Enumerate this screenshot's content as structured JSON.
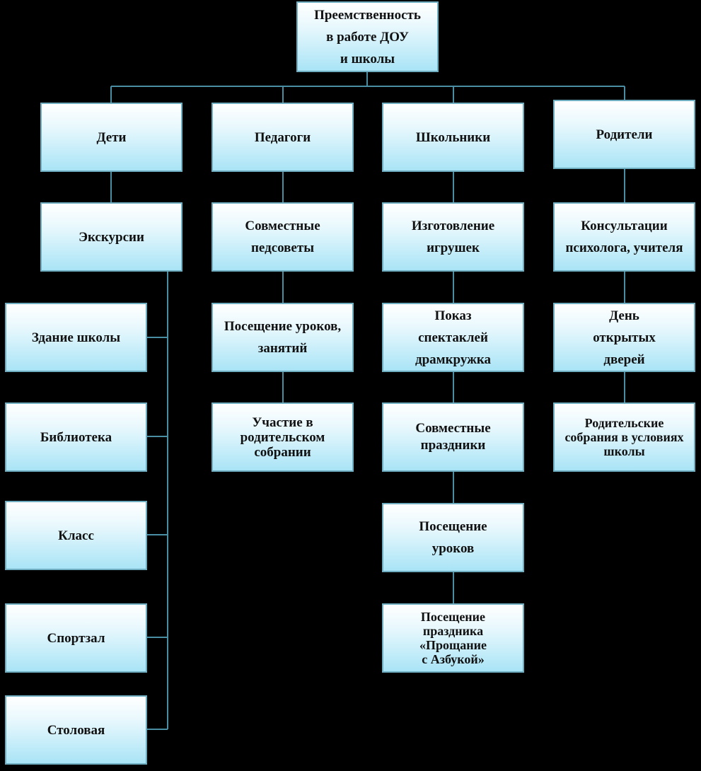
{
  "diagram": {
    "root": {
      "label": "Преемственность\nв работе ДОУ\nи школы"
    },
    "branches": [
      {
        "label": "Дети",
        "items": [
          "Экскурсии",
          "Здание  школы",
          "Библиотека",
          "Класс",
          "Спортзал",
          "Столовая"
        ]
      },
      {
        "label": "Педагоги",
        "items": [
          "Совместные\nпедсоветы",
          "Посещение уроков,\nзанятий",
          "Участие в\nродительском\nсобрании"
        ]
      },
      {
        "label": "Школьники",
        "items": [
          "Изготовление\nигрушек",
          "Показ\nспектаклей\nдрамкружка",
          "Совместные\nпраздники",
          "Посещение\nуроков",
          "Посещение\nпраздника\n«Прощание\nс Азбукой»"
        ]
      },
      {
        "label": "Родители",
        "items": [
          "Консультации\nпсихолога, учителя",
          "День\nоткрытых\nдверей",
          "Родительские\nсобрания в условиях\nшколы"
        ]
      }
    ]
  },
  "colors": {
    "background": "#000000",
    "box_top": "#ffffff",
    "box_bottom": "#a9e4f6",
    "box_border": "#6eaec0",
    "connector": "#4a8ea4",
    "text": "#111111"
  }
}
